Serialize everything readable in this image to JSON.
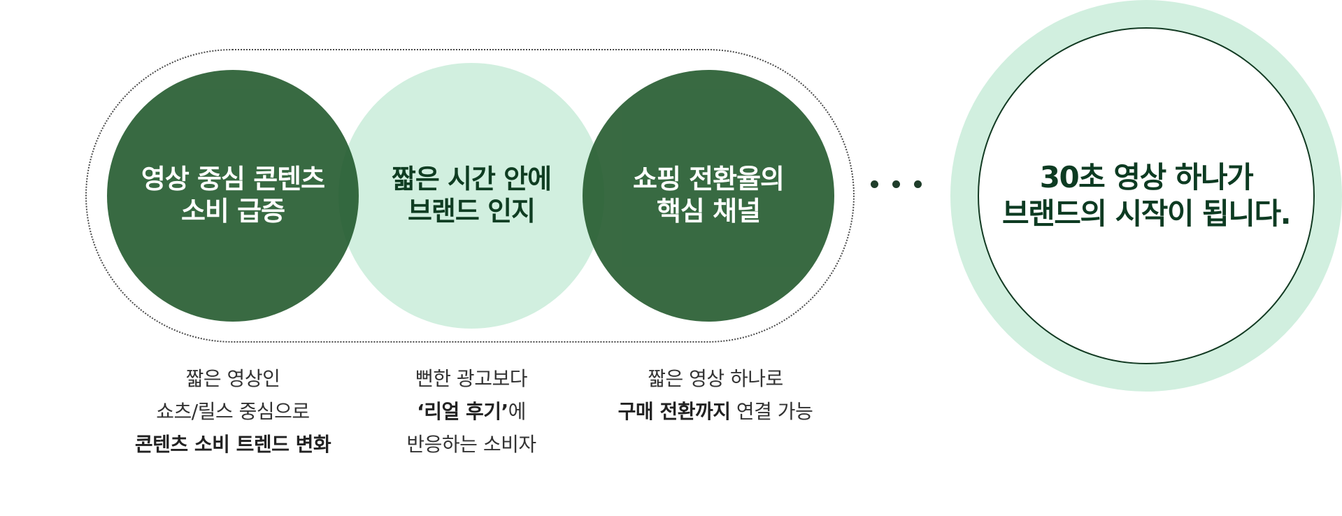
{
  "circles": [
    {
      "line1": "영상 중심 콘텐츠",
      "line2": "소비 급증"
    },
    {
      "line1": "짧은 시간 안에",
      "line2": "브랜드 인지"
    },
    {
      "line1": "쇼핑 전환율의",
      "line2": "핵심 채널"
    }
  ],
  "conclusion": {
    "line1": "30초 영상 하나가",
    "line2": "브랜드의 시작이 됩니다."
  },
  "descriptions": [
    {
      "line1": "짧은 영상인",
      "line2": "쇼츠/릴스 중심으로",
      "line3_bold": "콘텐츠 소비 트렌드 변화"
    },
    {
      "line1": "뻔한 광고보다",
      "line2_bold": "‘리얼 후기’",
      "line2_rest": "에",
      "line3": "반응하는 소비자"
    },
    {
      "line1": "짧은 영상 하나로",
      "line2_bold": "구매 전환까지",
      "line2_rest": " 연결 가능"
    }
  ],
  "colors": {
    "dark_green": "#235a2e",
    "mint": "#d1efdf",
    "text_dark": "#0d3b22"
  }
}
